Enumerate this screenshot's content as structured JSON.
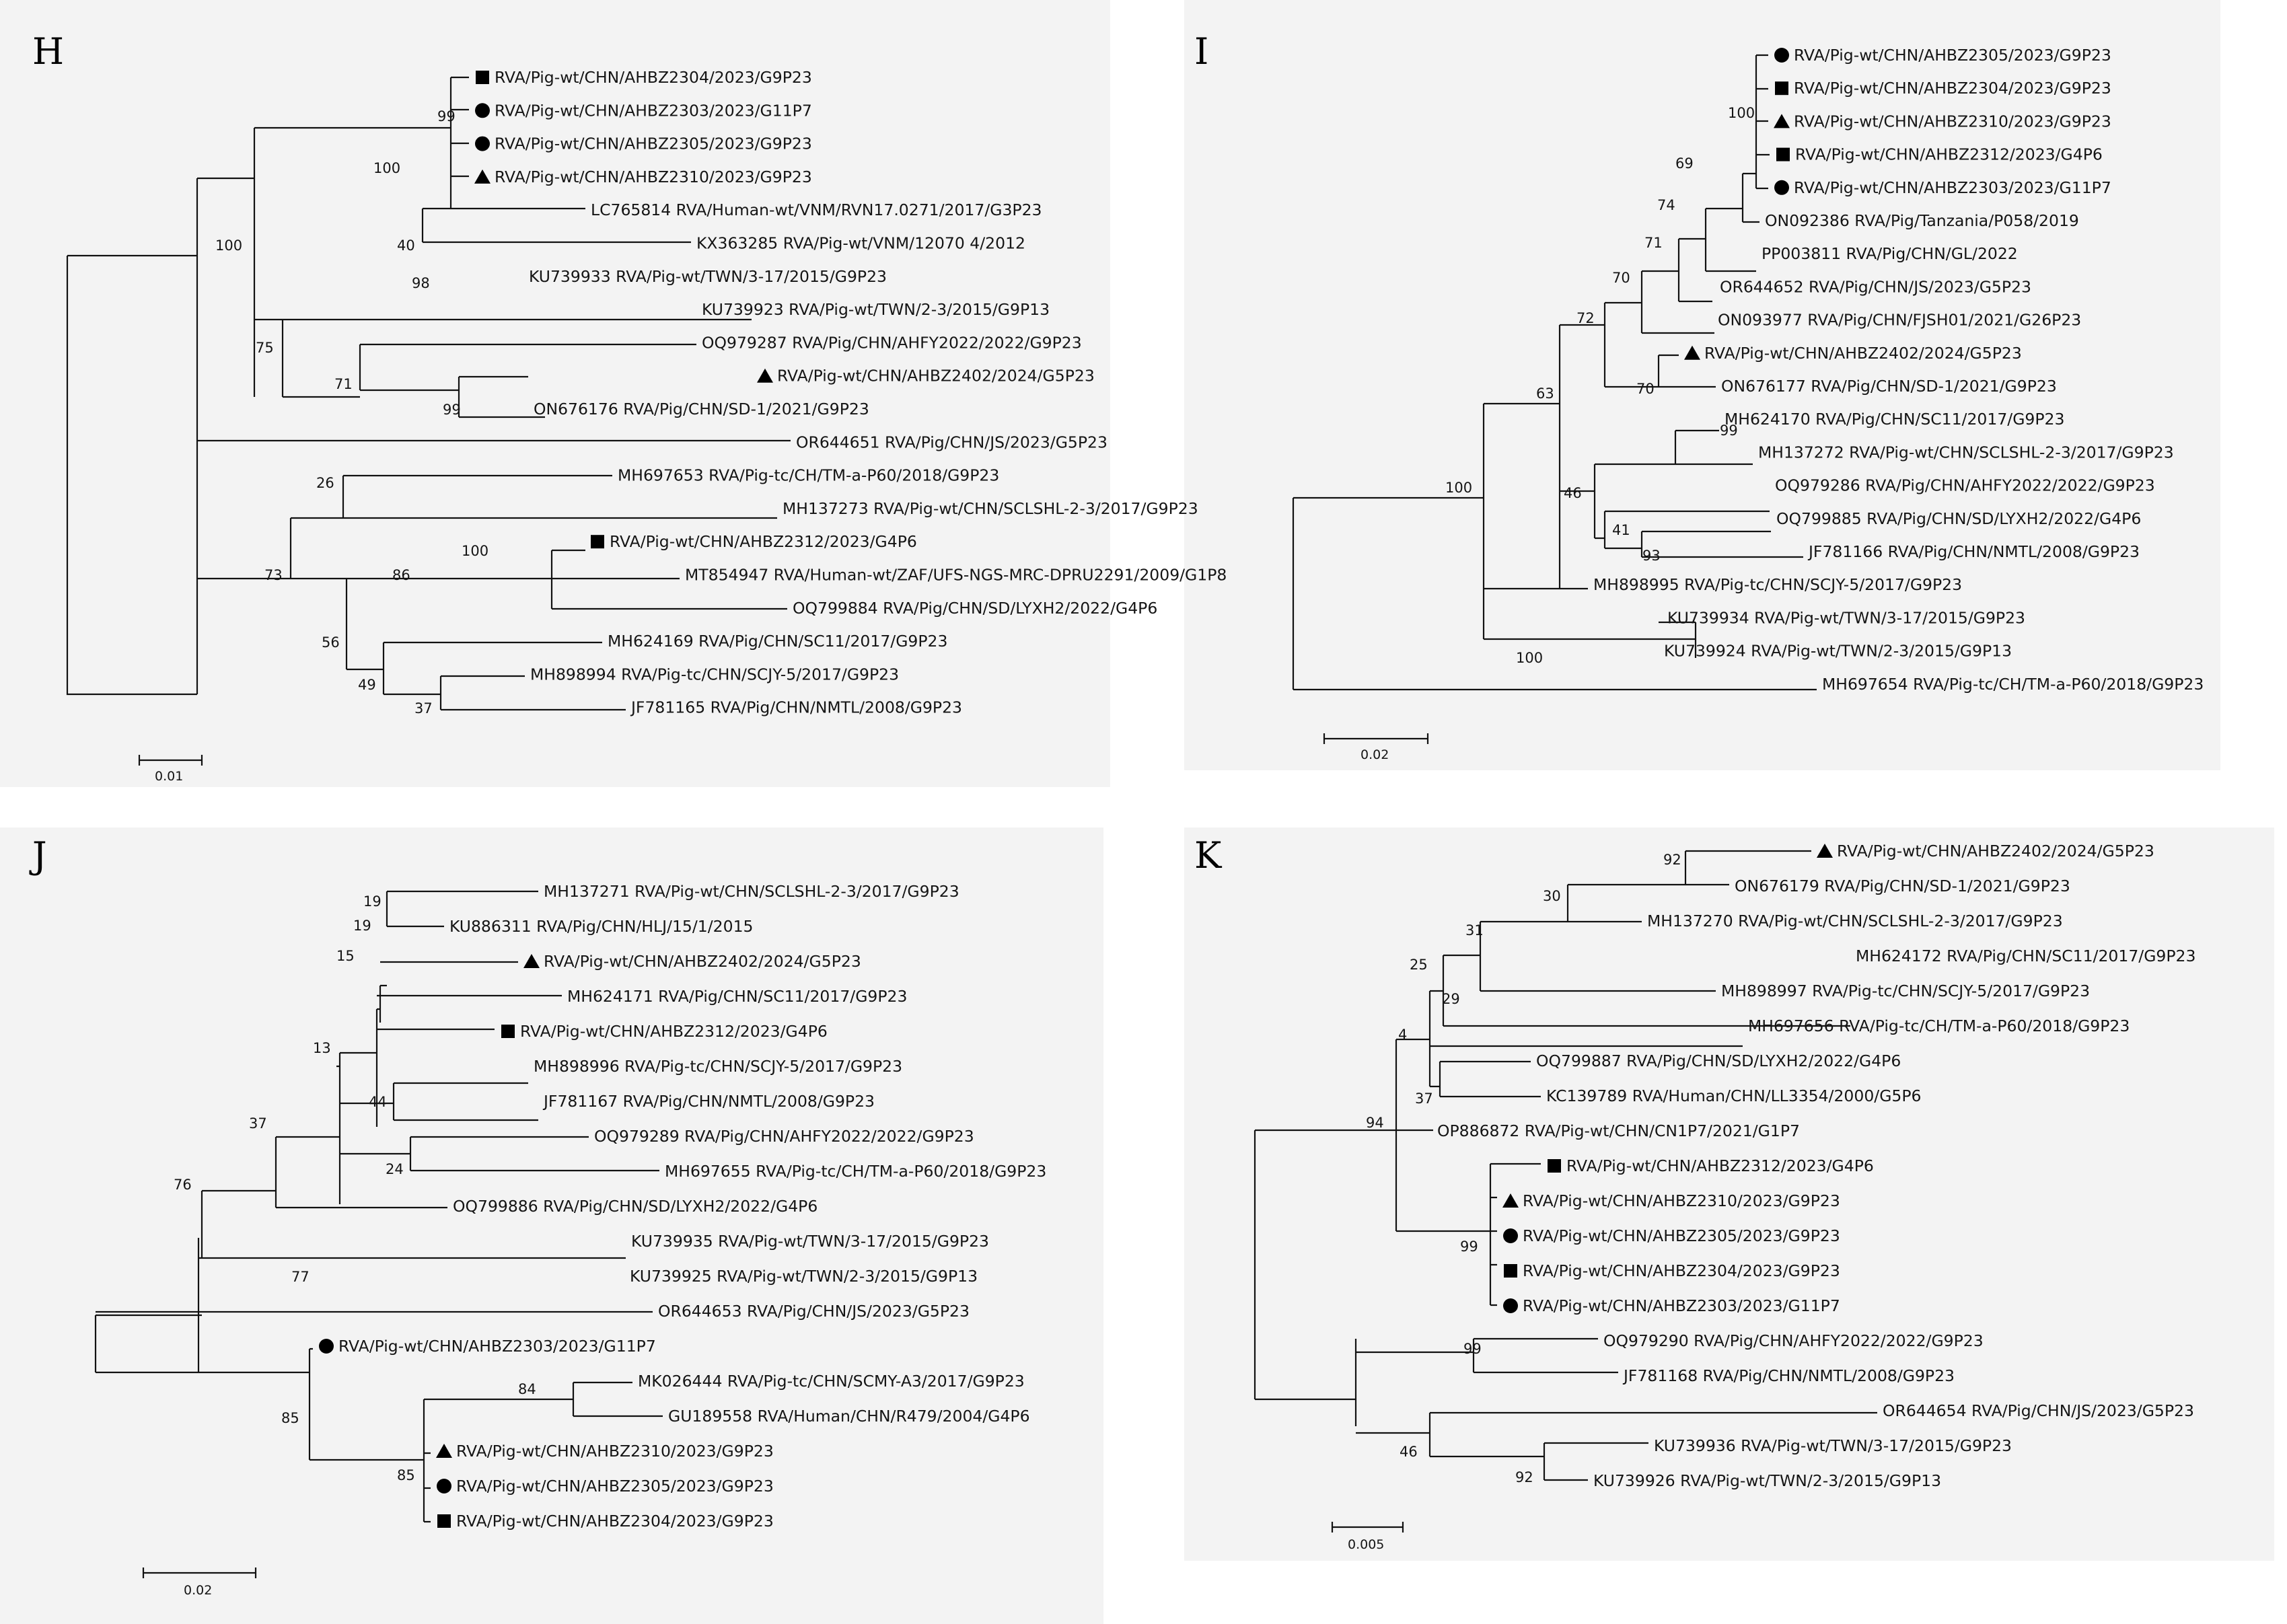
{
  "panels": [
    {
      "label": "H",
      "scale_label": "0.01",
      "leaves": [
        {
          "text": "RVA/Pig-wt/CHN/AHBZ2304/2023/G9P23",
          "marker": "square"
        },
        {
          "text": "RVA/Pig-wt/CHN/AHBZ2303/2023/G11P7",
          "marker": "circle"
        },
        {
          "text": "RVA/Pig-wt/CHN/AHBZ2305/2023/G9P23",
          "marker": "circle"
        },
        {
          "text": "RVA/Pig-wt/CHN/AHBZ2310/2023/G9P23",
          "marker": "triangle"
        },
        {
          "text": "LC765814 RVA/Human-wt/VNM/RVN17.0271/2017/G3P23",
          "marker": ""
        },
        {
          "text": "KX363285 RVA/Pig-wt/VNM/12070 4/2012",
          "marker": ""
        },
        {
          "text": "KU739933 RVA/Pig-wt/TWN/3-17/2015/G9P23",
          "marker": ""
        },
        {
          "text": "KU739923 RVA/Pig-wt/TWN/2-3/2015/G9P13",
          "marker": ""
        },
        {
          "text": "OQ979287 RVA/Pig/CHN/AHFY2022/2022/G9P23",
          "marker": ""
        },
        {
          "text": "RVA/Pig-wt/CHN/AHBZ2402/2024/G5P23",
          "marker": "triangle"
        },
        {
          "text": "ON676176 RVA/Pig/CHN/SD-1/2021/G9P23",
          "marker": ""
        },
        {
          "text": "OR644651 RVA/Pig/CHN/JS/2023/G5P23",
          "marker": ""
        },
        {
          "text": "MH697653 RVA/Pig-tc/CH/TM-a-P60/2018/G9P23",
          "marker": ""
        },
        {
          "text": "MH137273 RVA/Pig-wt/CHN/SCLSHL-2-3/2017/G9P23",
          "marker": ""
        },
        {
          "text": "RVA/Pig-wt/CHN/AHBZ2312/2023/G4P6",
          "marker": "square"
        },
        {
          "text": "MT854947 RVA/Human-wt/ZAF/UFS-NGS-MRC-DPRU2291/2009/G1P8",
          "marker": ""
        },
        {
          "text": "OQ799884 RVA/Pig/CHN/SD/LYXH2/2022/G4P6",
          "marker": ""
        },
        {
          "text": "MH624169 RVA/Pig/CHN/SC11/2017/G9P23",
          "marker": ""
        },
        {
          "text": "MH898994 RVA/Pig-tc/CHN/SCJY-5/2017/G9P23",
          "marker": ""
        },
        {
          "text": "JF781165 RVA/Pig/CHN/NMTL/2008/G9P23",
          "marker": ""
        }
      ],
      "bootstraps": [
        "99",
        "100",
        "40",
        "100",
        "98",
        "75",
        "71",
        "99",
        "26",
        "73",
        "100",
        "86",
        "56",
        "49",
        "37"
      ]
    },
    {
      "label": "I",
      "scale_label": "0.02",
      "leaves": [
        {
          "text": "RVA/Pig-wt/CHN/AHBZ2305/2023/G9P23",
          "marker": "circle"
        },
        {
          "text": "RVA/Pig-wt/CHN/AHBZ2304/2023/G9P23",
          "marker": "square"
        },
        {
          "text": "RVA/Pig-wt/CHN/AHBZ2310/2023/G9P23",
          "marker": "triangle"
        },
        {
          "text": "RVA/Pig-wt/CHN/AHBZ2312/2023/G4P6",
          "marker": "square"
        },
        {
          "text": "RVA/Pig-wt/CHN/AHBZ2303/2023/G11P7",
          "marker": "circle"
        },
        {
          "text": "ON092386 RVA/Pig/Tanzania/P058/2019",
          "marker": ""
        },
        {
          "text": "PP003811 RVA/Pig/CHN/GL/2022",
          "marker": ""
        },
        {
          "text": "OR644652 RVA/Pig/CHN/JS/2023/G5P23",
          "marker": ""
        },
        {
          "text": "ON093977 RVA/Pig/CHN/FJSH01/2021/G26P23",
          "marker": ""
        },
        {
          "text": "RVA/Pig-wt/CHN/AHBZ2402/2024/G5P23",
          "marker": "triangle"
        },
        {
          "text": "ON676177 RVA/Pig/CHN/SD-1/2021/G9P23",
          "marker": ""
        },
        {
          "text": "MH624170 RVA/Pig/CHN/SC11/2017/G9P23",
          "marker": ""
        },
        {
          "text": "MH137272 RVA/Pig-wt/CHN/SCLSHL-2-3/2017/G9P23",
          "marker": ""
        },
        {
          "text": "OQ979286 RVA/Pig/CHN/AHFY2022/2022/G9P23",
          "marker": ""
        },
        {
          "text": "OQ799885 RVA/Pig/CHN/SD/LYXH2/2022/G4P6",
          "marker": ""
        },
        {
          "text": "JF781166 RVA/Pig/CHN/NMTL/2008/G9P23",
          "marker": ""
        },
        {
          "text": "MH898995 RVA/Pig-tc/CHN/SCJY-5/2017/G9P23",
          "marker": ""
        },
        {
          "text": "KU739934 RVA/Pig-wt/TWN/3-17/2015/G9P23",
          "marker": ""
        },
        {
          "text": "KU739924 RVA/Pig-wt/TWN/2-3/2015/G9P13",
          "marker": ""
        },
        {
          "text": "MH697654 RVA/Pig-tc/CH/TM-a-P60/2018/G9P23",
          "marker": ""
        }
      ],
      "bootstraps": [
        "100",
        "69",
        "74",
        "71",
        "70",
        "70",
        "72",
        "99",
        "93",
        "41",
        "46",
        "63",
        "100",
        "100"
      ]
    },
    {
      "label": "J",
      "scale_label": "0.02",
      "leaves": [
        {
          "text": "MH137271 RVA/Pig-wt/CHN/SCLSHL-2-3/2017/G9P23",
          "marker": ""
        },
        {
          "text": "KU886311 RVA/Pig/CHN/HLJ/15/1/2015",
          "marker": ""
        },
        {
          "text": "RVA/Pig-wt/CHN/AHBZ2402/2024/G5P23",
          "marker": "triangle"
        },
        {
          "text": "MH624171 RVA/Pig/CHN/SC11/2017/G9P23",
          "marker": ""
        },
        {
          "text": "RVA/Pig-wt/CHN/AHBZ2312/2023/G4P6",
          "marker": "square"
        },
        {
          "text": "MH898996 RVA/Pig-tc/CHN/SCJY-5/2017/G9P23",
          "marker": ""
        },
        {
          "text": "JF781167 RVA/Pig/CHN/NMTL/2008/G9P23",
          "marker": ""
        },
        {
          "text": "OQ979289 RVA/Pig/CHN/AHFY2022/2022/G9P23",
          "marker": ""
        },
        {
          "text": "MH697655 RVA/Pig-tc/CH/TM-a-P60/2018/G9P23",
          "marker": ""
        },
        {
          "text": "OQ799886 RVA/Pig/CHN/SD/LYXH2/2022/G4P6",
          "marker": ""
        },
        {
          "text": "KU739935 RVA/Pig-wt/TWN/3-17/2015/G9P23",
          "marker": ""
        },
        {
          "text": "KU739925 RVA/Pig-wt/TWN/2-3/2015/G9P13",
          "marker": ""
        },
        {
          "text": "OR644653 RVA/Pig/CHN/JS/2023/G5P23",
          "marker": ""
        },
        {
          "text": "RVA/Pig-wt/CHN/AHBZ2303/2023/G11P7",
          "marker": "circle"
        },
        {
          "text": "MK026444 RVA/Pig-tc/CHN/SCMY-A3/2017/G9P23",
          "marker": ""
        },
        {
          "text": "GU189558 RVA/Human/CHN/R479/2004/G4P6",
          "marker": ""
        },
        {
          "text": "RVA/Pig-wt/CHN/AHBZ2310/2023/G9P23",
          "marker": "triangle"
        },
        {
          "text": "RVA/Pig-wt/CHN/AHBZ2305/2023/G9P23",
          "marker": "circle"
        },
        {
          "text": "RVA/Pig-wt/CHN/AHBZ2304/2023/G9P23",
          "marker": "square"
        }
      ],
      "bootstraps": [
        "19",
        "19",
        "15",
        "13",
        "44",
        "24",
        "37",
        "76",
        "77",
        "84",
        "85",
        "85"
      ]
    },
    {
      "label": "K",
      "scale_label": "0.005",
      "leaves": [
        {
          "text": "RVA/Pig-wt/CHN/AHBZ2402/2024/G5P23",
          "marker": "triangle"
        },
        {
          "text": "ON676179 RVA/Pig/CHN/SD-1/2021/G9P23",
          "marker": ""
        },
        {
          "text": "MH137270 RVA/Pig-wt/CHN/SCLSHL-2-3/2017/G9P23",
          "marker": ""
        },
        {
          "text": "MH624172 RVA/Pig/CHN/SC11/2017/G9P23",
          "marker": ""
        },
        {
          "text": "MH898997 RVA/Pig-tc/CHN/SCJY-5/2017/G9P23",
          "marker": ""
        },
        {
          "text": "MH697656 RVA/Pig-tc/CH/TM-a-P60/2018/G9P23",
          "marker": ""
        },
        {
          "text": "OQ799887 RVA/Pig/CHN/SD/LYXH2/2022/G4P6",
          "marker": ""
        },
        {
          "text": "KC139789 RVA/Human/CHN/LL3354/2000/G5P6",
          "marker": ""
        },
        {
          "text": "OP886872 RVA/Pig-wt/CHN/CN1P7/2021/G1P7",
          "marker": ""
        },
        {
          "text": "RVA/Pig-wt/CHN/AHBZ2312/2023/G4P6",
          "marker": "square"
        },
        {
          "text": "RVA/Pig-wt/CHN/AHBZ2310/2023/G9P23",
          "marker": "triangle"
        },
        {
          "text": "RVA/Pig-wt/CHN/AHBZ2305/2023/G9P23",
          "marker": "circle"
        },
        {
          "text": "RVA/Pig-wt/CHN/AHBZ2304/2023/G9P23",
          "marker": "square"
        },
        {
          "text": "RVA/Pig-wt/CHN/AHBZ2303/2023/G11P7",
          "marker": "circle"
        },
        {
          "text": "OQ979290 RVA/Pig/CHN/AHFY2022/2022/G9P23",
          "marker": ""
        },
        {
          "text": "JF781168 RVA/Pig/CHN/NMTL/2008/G9P23",
          "marker": ""
        },
        {
          "text": "OR644654 RVA/Pig/CHN/JS/2023/G5P23",
          "marker": ""
        },
        {
          "text": "KU739936 RVA/Pig-wt/TWN/3-17/2015/G9P23",
          "marker": ""
        },
        {
          "text": "KU739926 RVA/Pig-wt/TWN/2-3/2015/G9P13",
          "marker": ""
        }
      ],
      "bootstraps": [
        "92",
        "30",
        "31",
        "25",
        "29",
        "4",
        "37",
        "94",
        "99",
        "99",
        "46",
        "92"
      ]
    }
  ]
}
